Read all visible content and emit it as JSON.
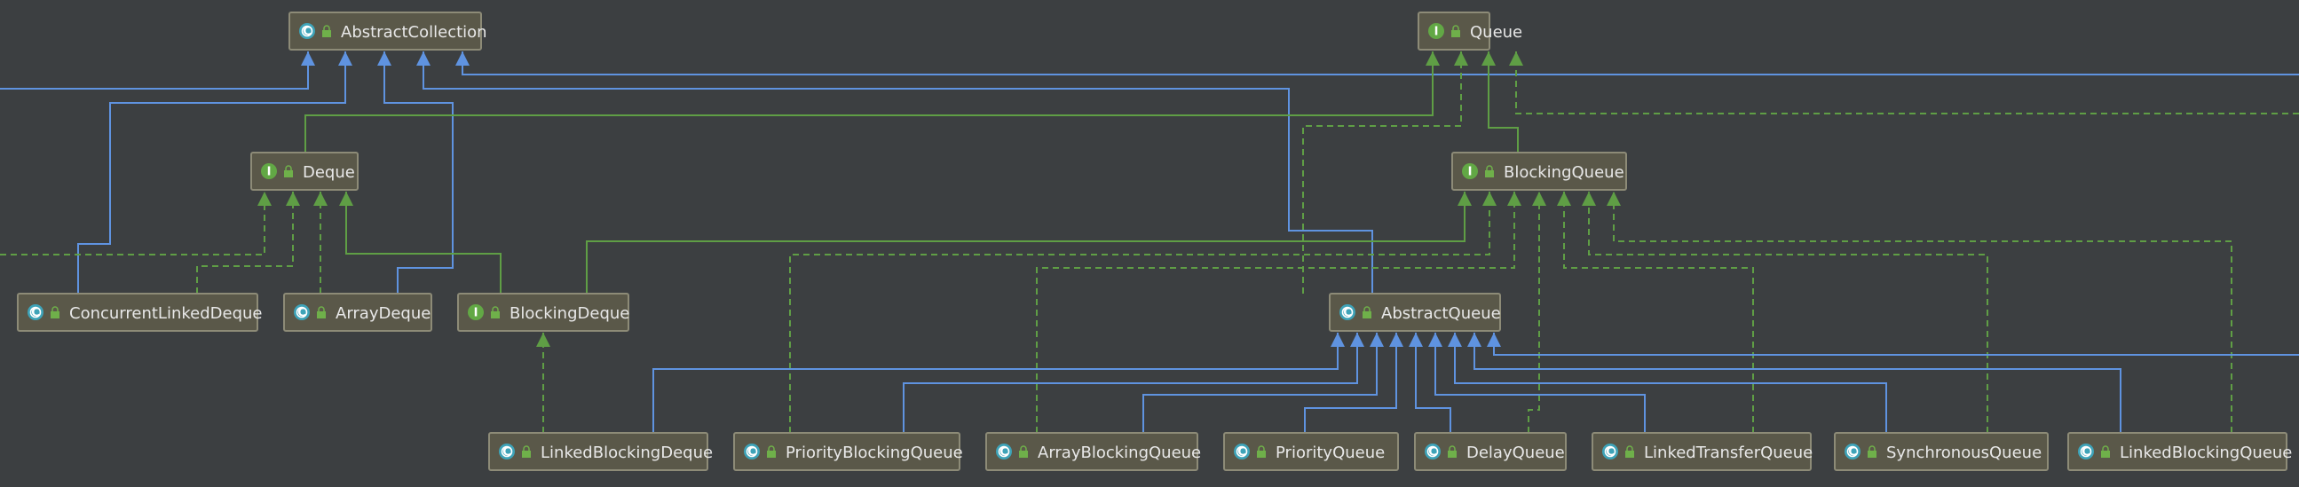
{
  "colors": {
    "background": "#3c3f41",
    "node_fill": "#5a5849",
    "node_border": "#8d8b77",
    "extends_edge": "#5f93e0",
    "implements_edge": "#5f9e45",
    "interface_badge": "#62a845",
    "class_badge": "#3ea3b8",
    "lock_icon": "#6fb04a"
  },
  "legend": {
    "interface_letter": "I",
    "class_letter": "C"
  },
  "nodes": {
    "abstract_collection": {
      "label": "AbstractCollection",
      "kind": "class"
    },
    "queue": {
      "label": "Queue",
      "kind": "interface"
    },
    "deque": {
      "label": "Deque",
      "kind": "interface"
    },
    "blocking_queue": {
      "label": "BlockingQueue",
      "kind": "interface"
    },
    "concurrent_linked_deque": {
      "label": "ConcurrentLinkedDeque",
      "kind": "class"
    },
    "array_deque": {
      "label": "ArrayDeque",
      "kind": "class"
    },
    "blocking_deque": {
      "label": "BlockingDeque",
      "kind": "interface"
    },
    "abstract_queue": {
      "label": "AbstractQueue",
      "kind": "class"
    },
    "linked_blocking_deque": {
      "label": "LinkedBlockingDeque",
      "kind": "class"
    },
    "priority_blocking_queue": {
      "label": "PriorityBlockingQueue",
      "kind": "class"
    },
    "array_blocking_queue": {
      "label": "ArrayBlockingQueue",
      "kind": "class"
    },
    "priority_queue": {
      "label": "PriorityQueue",
      "kind": "class"
    },
    "delay_queue": {
      "label": "DelayQueue",
      "kind": "class"
    },
    "linked_transfer_queue": {
      "label": "LinkedTransferQueue",
      "kind": "class"
    },
    "synchronous_queue": {
      "label": "SynchronousQueue",
      "kind": "class"
    },
    "linked_blocking_queue": {
      "label": "LinkedBlockingQueue",
      "kind": "class"
    }
  }
}
